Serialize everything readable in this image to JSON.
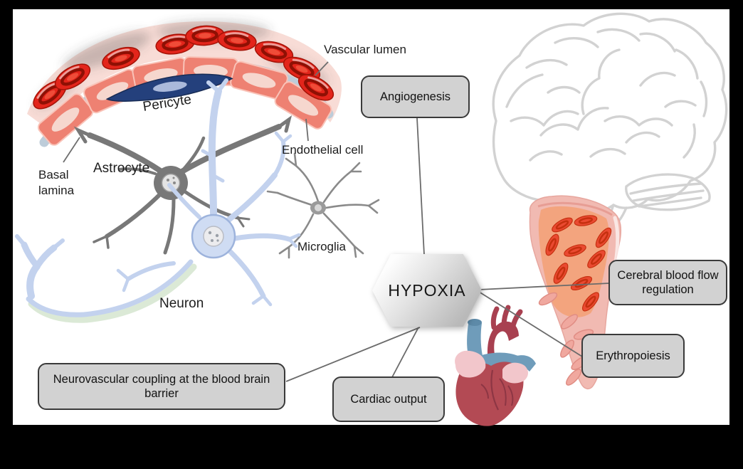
{
  "center_node": {
    "label": "HYPOXIA"
  },
  "outcome_boxes": {
    "angiogenesis": {
      "label": "Angiogenesis"
    },
    "cerebral_blood_flow": {
      "label": "Cerebral blood flow regulation"
    },
    "erythropoiesis": {
      "label": "Erythropoiesis"
    },
    "cardiac_output": {
      "label": "Cardiac output"
    },
    "neurovascular_coupling": {
      "label": "Neurovascular coupling at the blood brain barrier"
    }
  },
  "nvu_labels": {
    "vascular_lumen": "Vascular lumen",
    "pericyte": "Pericyte",
    "endothelial_cell": "Endothelial cell",
    "basal_lamina": "Basal lamina",
    "astrocyte": "Astrocyte",
    "microglia": "Microglia",
    "neuron": "Neuron"
  },
  "illustrations": {
    "brain": "brain-outline-sketch-icon",
    "blood_vessel": "blood-vessel-red-blood-cells-icon",
    "heart": "anatomical-heart-icon",
    "neurovascular_unit": "neurovascular-unit-capillary-icon"
  },
  "colors": {
    "frame": "#000000",
    "canvas": "#ffffff",
    "box_fill": "#d2d2d2",
    "box_border": "#3a3a3a",
    "hexagon_light": "#fdfdfd",
    "hexagon_dark": "#b9b9b9",
    "connector": "#6b6b6b",
    "red_blood_cell": "#e3251b",
    "vessel_wall_pink": "#f1bab2",
    "vessel_lumen_orange": "#f3a47e",
    "endothelial_salmon": "#ee8172",
    "pericyte_navy": "#24407c",
    "heart_red": "#b34a54",
    "heart_blue": "#6f9cba",
    "brain_sketch_gray": "#d2d2d2",
    "neuron_blue": "#cfdcf3",
    "glia_gray": "#7d7d7d"
  }
}
